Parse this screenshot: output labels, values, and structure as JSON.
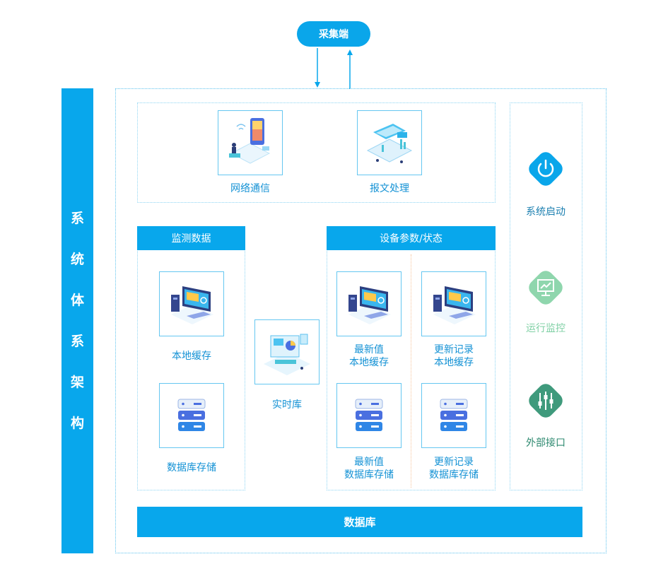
{
  "collector": {
    "label": "采集端"
  },
  "sidebar": {
    "title_chars": [
      "系",
      "统",
      "体",
      "系",
      "架",
      "构"
    ]
  },
  "comm": {
    "network_label": "网络通信",
    "message_label": "报文处理"
  },
  "monitor": {
    "header": "监测数据",
    "local_cache_label": "本地缓存",
    "db_storage_label": "数据库存储"
  },
  "realtime": {
    "label": "实时库"
  },
  "device": {
    "header": "设备参数/状态",
    "latest_cache_line1": "最新值",
    "latest_cache_line2": "本地缓存",
    "update_cache_line1": "更新记录",
    "update_cache_line2": "本地缓存",
    "latest_db_line1": "最新值",
    "latest_db_line2": "数据库存储",
    "update_db_line1": "更新记录",
    "update_db_line2": "数据库存储"
  },
  "controls": {
    "start_label": "系统启动",
    "monitor_label": "运行监控",
    "interface_label": "外部接口",
    "icons": [
      "power-icon",
      "monitor-icon",
      "sliders-icon"
    ],
    "colors": {
      "start": "#0aa6ea",
      "monitor": "#8fd6ad",
      "interface": "#3f9a7c"
    }
  },
  "database": {
    "label": "数据库"
  },
  "colors": {
    "accent": "#08a7ec",
    "frame_dots": "#5fc3ee"
  }
}
